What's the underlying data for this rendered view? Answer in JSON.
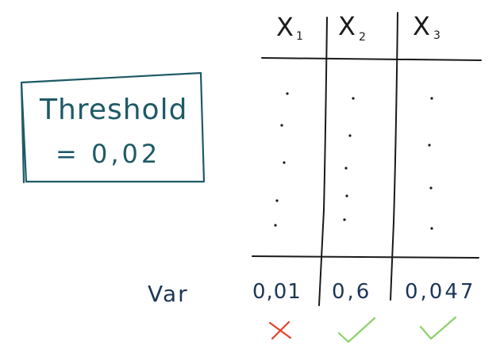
{
  "threshold_box": {
    "line1": "Threshold",
    "line2": "= 0,02",
    "color": "#1f5a66"
  },
  "table": {
    "columns": [
      {
        "name": "X",
        "subscript": "1"
      },
      {
        "name": "X",
        "subscript": "2"
      },
      {
        "name": "X",
        "subscript": "3"
      }
    ],
    "row_label": "Var",
    "variances": [
      "0,01",
      "0,6",
      "0,047"
    ],
    "results": [
      "cross-icon",
      "check-icon",
      "check-icon"
    ]
  },
  "colors": {
    "lines": "#1a1a1a",
    "text": "#1d3557",
    "reject": "#e8402a",
    "accept": "#8bd36b"
  }
}
